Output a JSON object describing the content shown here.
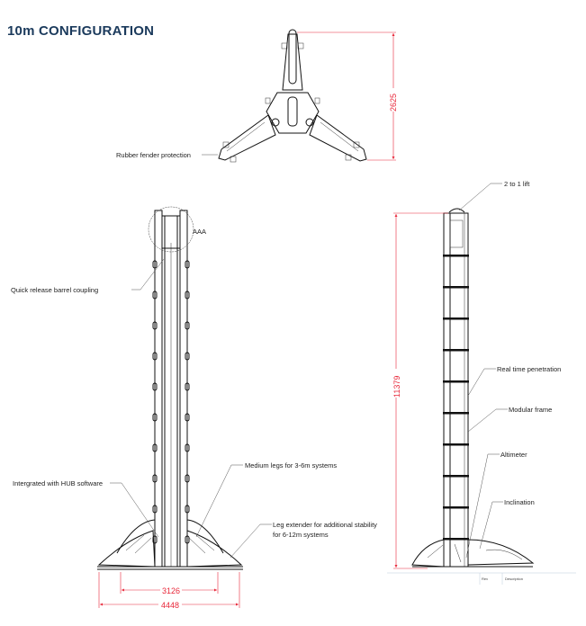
{
  "title": "10m CONFIGURATION",
  "top_view": {
    "dimension": "2625",
    "label_fender": "Rubber fender protection"
  },
  "front_view": {
    "detail_marker": "AAA",
    "label_coupling": "Quick release barrel coupling",
    "label_hub": "Intergrated with HUB software",
    "label_medium_legs": "Medium legs for 3-6m systems",
    "label_leg_extender_1": "Leg extender for additional stability",
    "label_leg_extender_2": "for 6-12m systems",
    "dimension_inner": "3126",
    "dimension_outer": "4448"
  },
  "side_view": {
    "dimension_height": "11379",
    "label_lift": "2 to 1 lift",
    "label_penetration": "Real time penetration",
    "label_frame": "Modular frame",
    "label_altimeter": "Altimeter",
    "label_inclination": "Inclination"
  },
  "title_block": {
    "rev": "Rev",
    "description": "Description"
  },
  "colors": {
    "title": "#1b3a5c",
    "dimension": "#e8283a"
  }
}
